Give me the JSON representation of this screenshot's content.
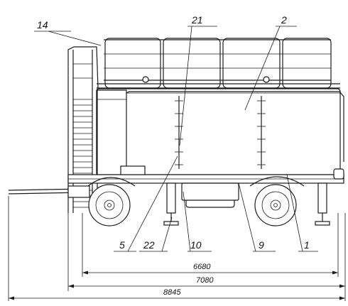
{
  "callouts": {
    "c14": "14",
    "c21": "21",
    "c2": "2",
    "c5": "5",
    "c22": "22",
    "c10": "10",
    "c9": "9",
    "c1": "1"
  },
  "dimensions": {
    "d1": "6680",
    "d2": "7080",
    "d3": "8845"
  }
}
